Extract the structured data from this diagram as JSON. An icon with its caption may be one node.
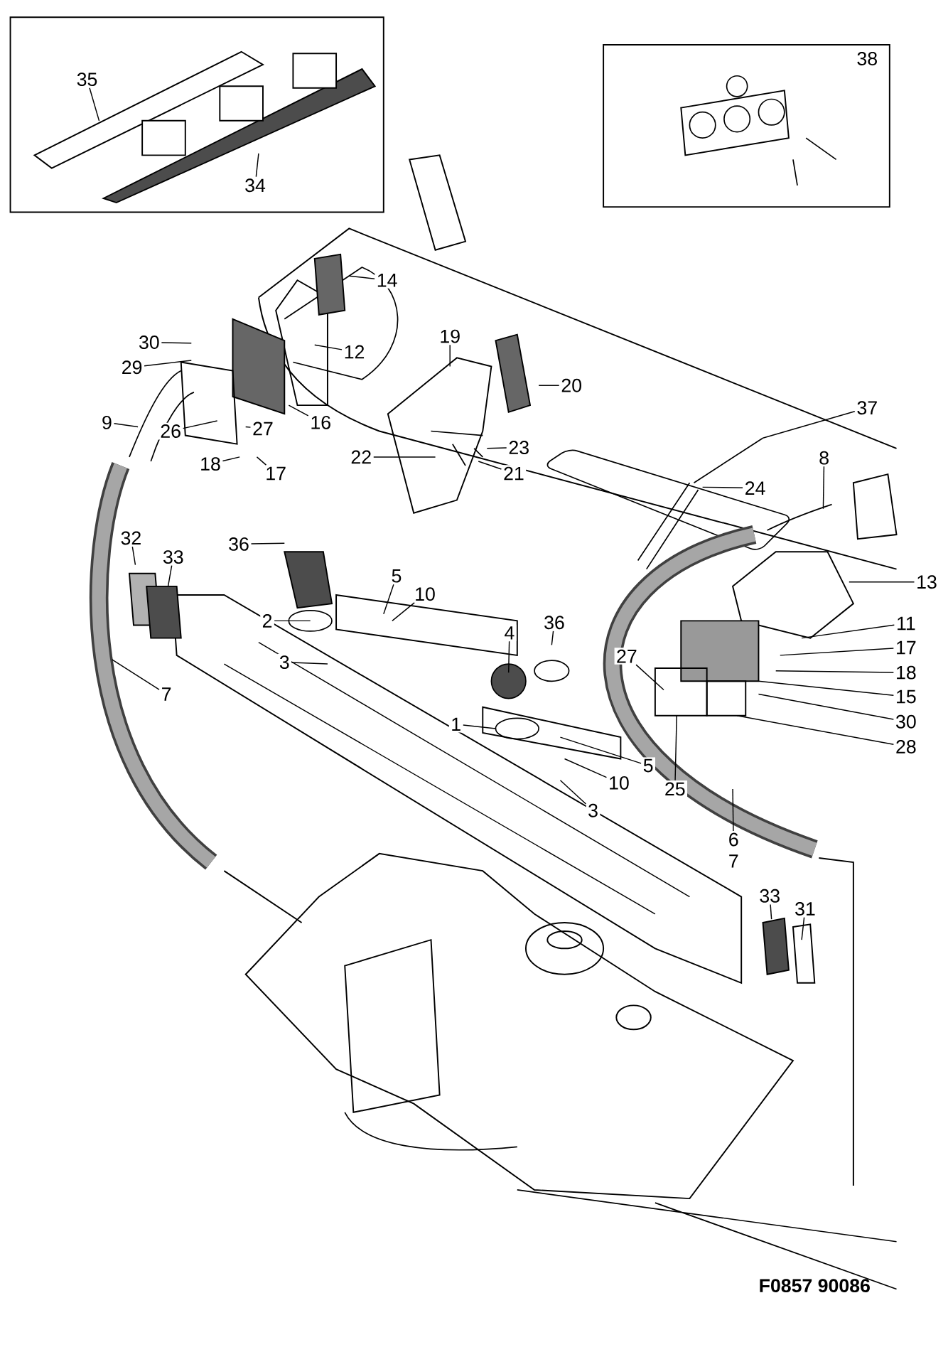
{
  "diagram": {
    "nodes": [
      {
        "text": [
          "35"
        ]
      },
      {
        "text": [
          "34"
        ]
      },
      {
        "text": [
          "14"
        ]
      },
      {
        "text": [
          "30"
        ]
      },
      {
        "text": [
          "29"
        ]
      },
      {
        "text": [
          "12"
        ]
      },
      {
        "text": [
          "19"
        ]
      },
      {
        "text": [
          "20"
        ]
      },
      {
        "text": [
          "9"
        ]
      },
      {
        "text": [
          "16"
        ]
      },
      {
        "text": [
          "26"
        ]
      },
      {
        "text": [
          "27"
        ]
      },
      {
        "text": [
          "37"
        ]
      },
      {
        "text": [
          "23"
        ]
      },
      {
        "text": [
          "18"
        ]
      },
      {
        "text": [
          "17"
        ]
      },
      {
        "text": [
          "22"
        ]
      },
      {
        "text": [
          "21"
        ]
      },
      {
        "text": [
          "8"
        ]
      },
      {
        "text": [
          "24"
        ]
      },
      {
        "text": [
          "32"
        ]
      },
      {
        "text": [
          "33"
        ]
      },
      {
        "text": [
          "36"
        ]
      },
      {
        "text": [
          "5"
        ]
      },
      {
        "text": [
          "10"
        ]
      },
      {
        "text": [
          "13"
        ]
      },
      {
        "text": [
          "2"
        ]
      },
      {
        "text": [
          "36"
        ]
      },
      {
        "text": [
          "4"
        ]
      },
      {
        "text": [
          "11"
        ]
      },
      {
        "text": [
          "27"
        ]
      },
      {
        "text": [
          "17"
        ]
      },
      {
        "text": [
          "3"
        ]
      },
      {
        "text": [
          "18"
        ]
      },
      {
        "text": [
          "7"
        ]
      },
      {
        "text": [
          "15"
        ]
      },
      {
        "text": [
          "1"
        ]
      },
      {
        "text": [
          "30"
        ]
      },
      {
        "text": [
          "28"
        ]
      },
      {
        "text": [
          "5"
        ]
      },
      {
        "text": [
          "10"
        ]
      },
      {
        "text": [
          "25"
        ]
      },
      {
        "text": [
          "3"
        ]
      },
      {
        "text": [
          "6",
          "7"
        ]
      },
      {
        "text": [
          "33"
        ]
      },
      {
        "text": [
          "31"
        ]
      }
    ],
    "edges": [
      {
        "from": 0,
        "to": null,
        "arrow": "none"
      },
      {
        "from": 1,
        "to": null,
        "arrow": "none"
      },
      {
        "from": 2,
        "to": null,
        "arrow": "none"
      },
      {
        "from": 3,
        "to": null,
        "arrow": "none"
      },
      {
        "from": 4,
        "to": null,
        "arrow": "none"
      },
      {
        "from": 5,
        "to": null,
        "arrow": "none"
      },
      {
        "from": 6,
        "to": null,
        "arrow": "none"
      },
      {
        "from": 7,
        "to": null,
        "arrow": "none"
      },
      {
        "from": 8,
        "to": null,
        "arrow": "none"
      },
      {
        "from": 9,
        "to": null,
        "arrow": "none"
      },
      {
        "from": 10,
        "to": null,
        "arrow": "none"
      },
      {
        "from": 11,
        "to": null,
        "arrow": "none"
      },
      {
        "from": 12,
        "to": null,
        "arrow": "none"
      },
      {
        "from": 13,
        "to": null,
        "arrow": "none"
      },
      {
        "from": 14,
        "to": null,
        "arrow": "none"
      },
      {
        "from": 15,
        "to": null,
        "arrow": "none"
      },
      {
        "from": 16,
        "to": null,
        "arrow": "none"
      },
      {
        "from": 17,
        "to": null,
        "arrow": "none"
      },
      {
        "from": 18,
        "to": null,
        "arrow": "none"
      },
      {
        "from": 19,
        "to": null,
        "arrow": "none"
      },
      {
        "from": 20,
        "to": null,
        "arrow": "none"
      },
      {
        "from": 21,
        "to": null,
        "arrow": "none"
      },
      {
        "from": 22,
        "to": null,
        "arrow": "none"
      },
      {
        "from": 23,
        "to": null,
        "arrow": "none"
      },
      {
        "from": 24,
        "to": null,
        "arrow": "none"
      },
      {
        "from": 25,
        "to": null,
        "arrow": "none"
      },
      {
        "from": 26,
        "to": null,
        "arrow": "none"
      },
      {
        "from": 27,
        "to": null,
        "arrow": "none"
      },
      {
        "from": 28,
        "to": null,
        "arrow": "none"
      },
      {
        "from": 29,
        "to": null,
        "arrow": "none"
      },
      {
        "from": 30,
        "to": null,
        "arrow": "none"
      },
      {
        "from": 31,
        "to": null,
        "arrow": "none"
      },
      {
        "from": 32,
        "to": null,
        "arrow": "none"
      },
      {
        "from": 33,
        "to": null,
        "arrow": "none"
      },
      {
        "from": 34,
        "to": null,
        "arrow": "none"
      },
      {
        "from": 35,
        "to": null,
        "arrow": "none"
      },
      {
        "from": 36,
        "to": null,
        "arrow": "none"
      },
      {
        "from": 37,
        "to": null,
        "arrow": "none"
      },
      {
        "from": 38,
        "to": null,
        "arrow": "none"
      },
      {
        "from": 39,
        "to": null,
        "arrow": "none"
      },
      {
        "from": 40,
        "to": null,
        "arrow": "none"
      },
      {
        "from": 41,
        "to": null,
        "arrow": "none"
      },
      {
        "from": 42,
        "to": null,
        "arrow": "none"
      },
      {
        "from": 43,
        "to": null,
        "arrow": "none"
      },
      {
        "from": 44,
        "to": null,
        "arrow": "none"
      },
      {
        "from": 45,
        "to": null,
        "arrow": "none"
      }
    ],
    "labels": [
      "38",
      "F0857 90086"
    ]
  }
}
